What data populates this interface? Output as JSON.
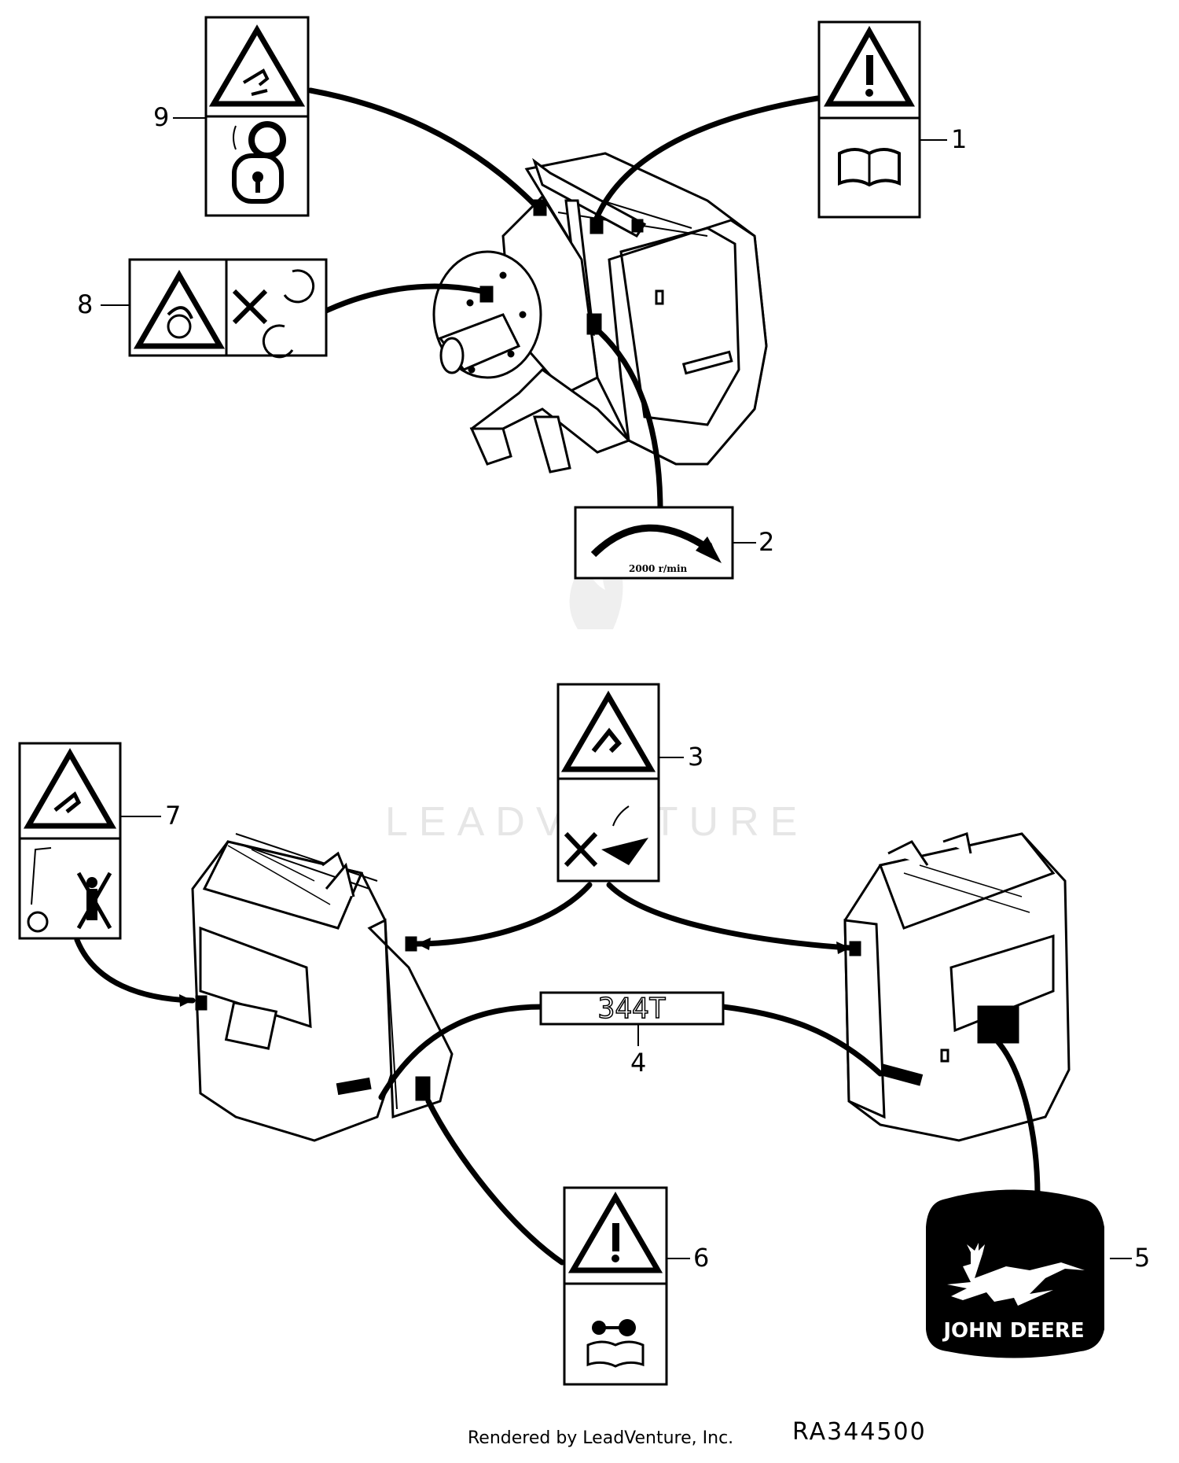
{
  "callouts": {
    "c1": "1",
    "c2": "2",
    "c3": "3",
    "c4": "4",
    "c5": "5",
    "c6": "6",
    "c7": "7",
    "c8": "8",
    "c9": "9"
  },
  "decals": {
    "speed_text": "2000 r/min",
    "model_text": "344T",
    "brand_text": "JOHN DEERE"
  },
  "watermark": "LEADVENTURE",
  "footer": {
    "rendered_by": "Rendered by LeadVenture, Inc.",
    "figure_id": "RA344500"
  }
}
